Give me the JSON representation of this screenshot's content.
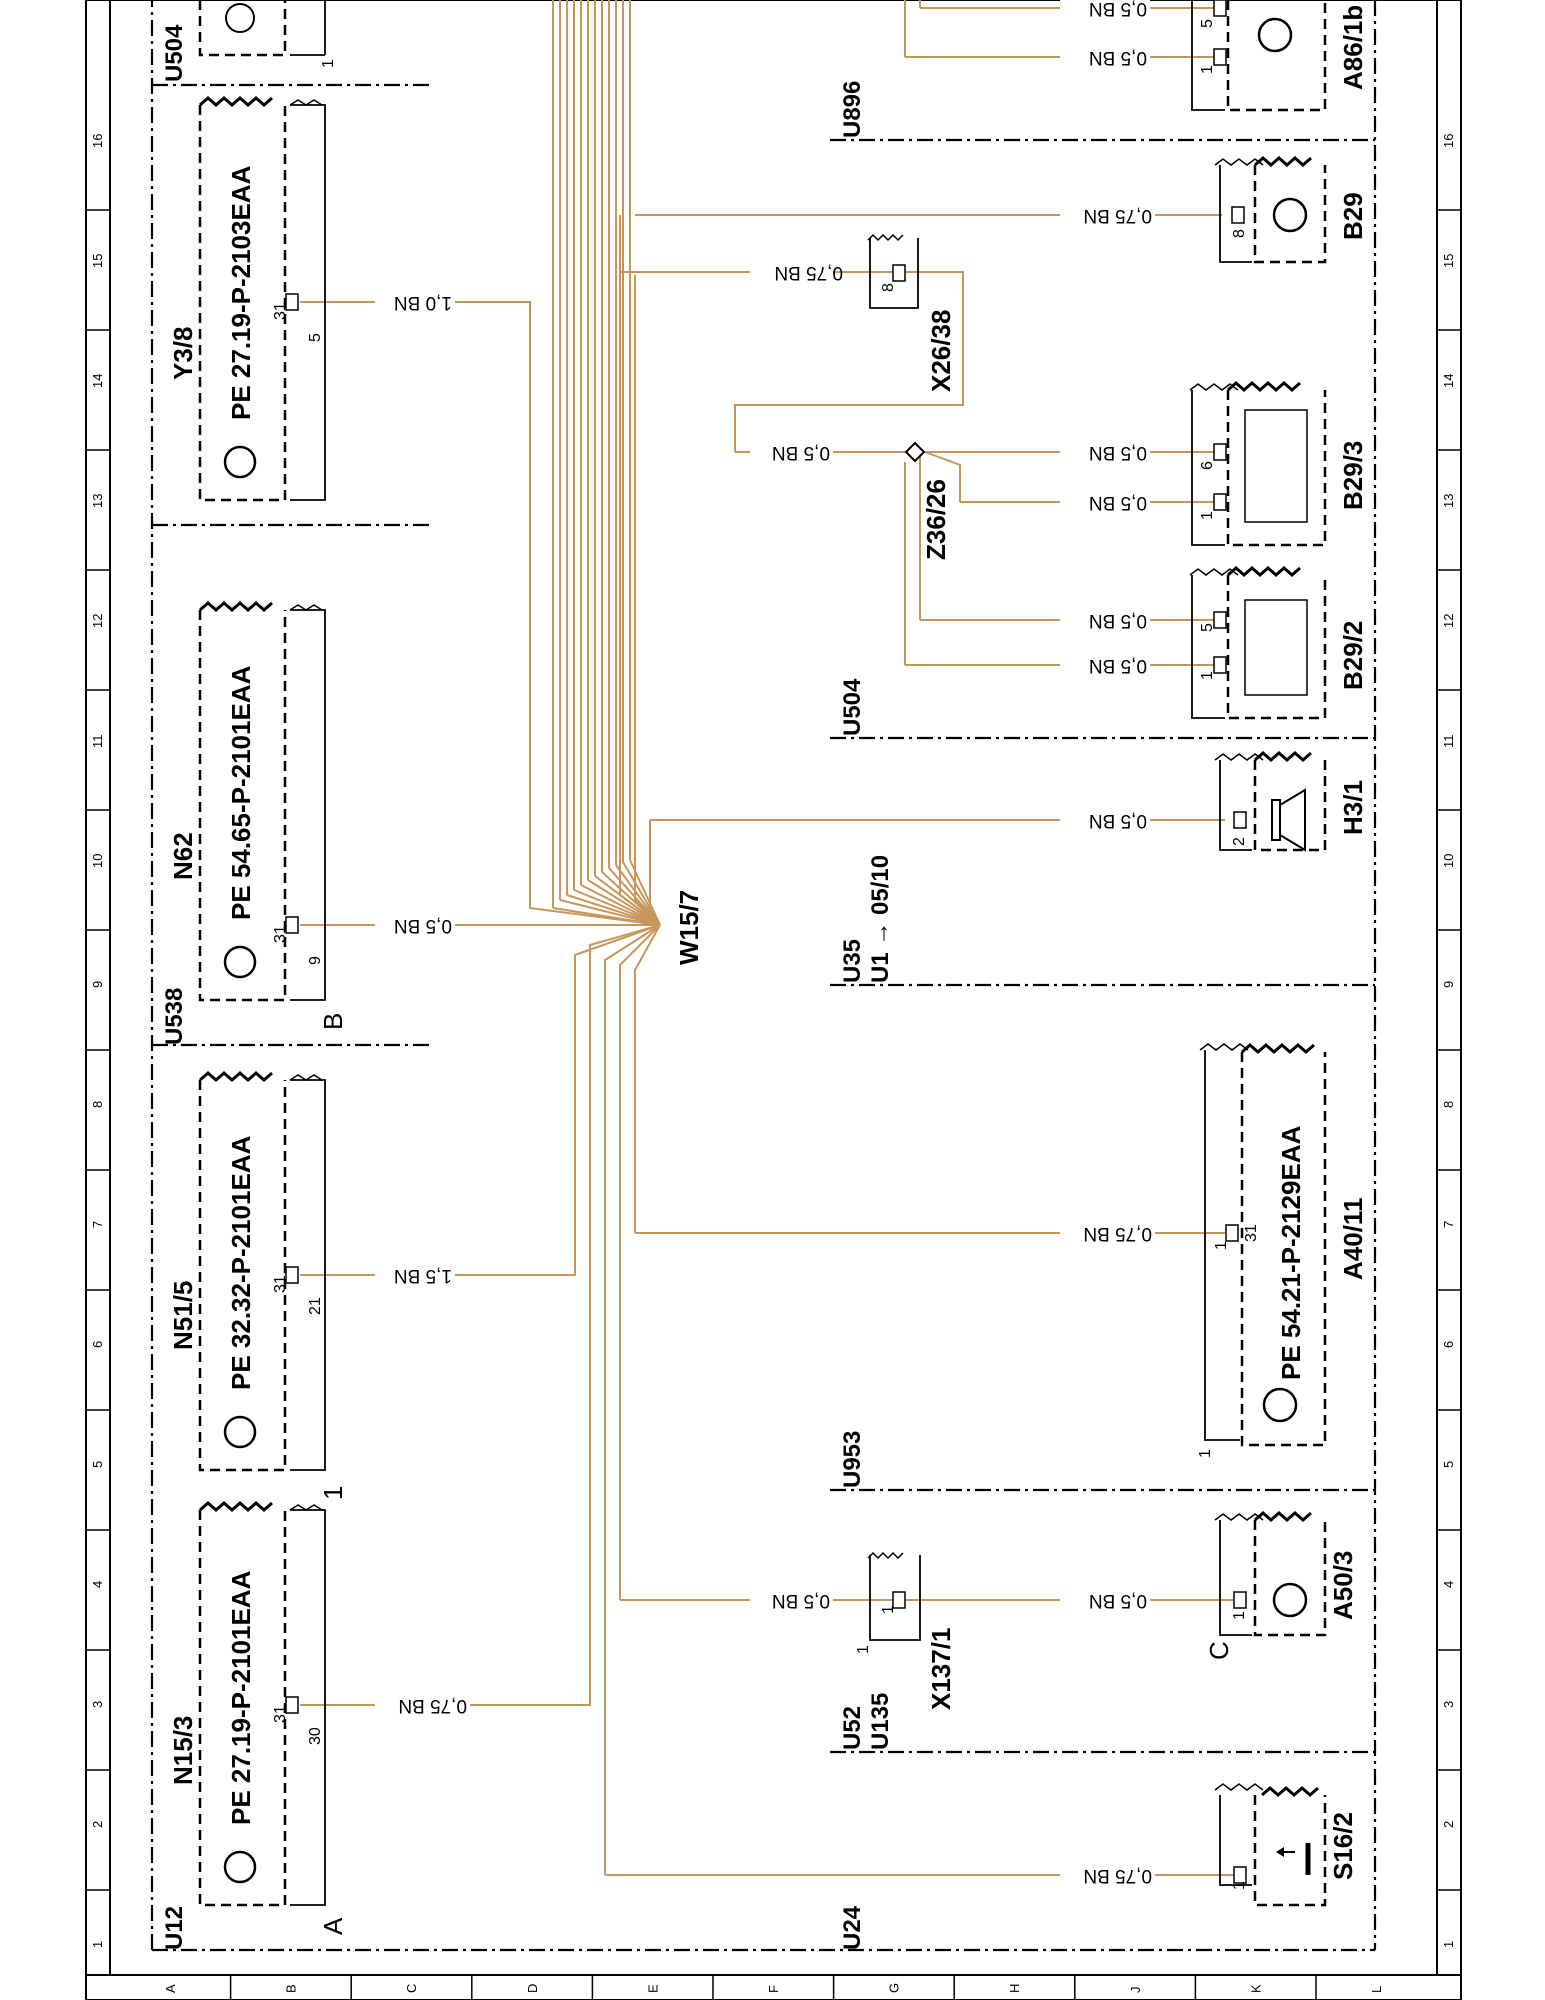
{
  "grid": {
    "columns": [
      "1",
      "2",
      "3",
      "4",
      "5",
      "6",
      "7",
      "8",
      "9",
      "10",
      "11",
      "12",
      "13",
      "14",
      "15",
      "16"
    ],
    "rows": [
      "A",
      "B",
      "C",
      "D",
      "E",
      "F",
      "G",
      "H",
      "J",
      "K",
      "L"
    ]
  },
  "zones": {
    "u12": "U12",
    "u538": "U538",
    "u504_top": "U504",
    "u24": "U24",
    "u52": "U52",
    "u135": "U135",
    "u953": "U953",
    "u35": "U35",
    "u1": "U1 → 05/10",
    "u504_mid": "U504",
    "u896": "U896"
  },
  "left_components": [
    {
      "id": "n15_3",
      "name": "N15/3",
      "ref": "PE  27.19-P-2101EAA",
      "pin_top": "31",
      "pin_side": "30",
      "wire": "0,75 BN",
      "corner": "A"
    },
    {
      "id": "n51_5",
      "name": "N51/5",
      "ref": "PE  32.32-P-2101EAA",
      "pin_top": "31",
      "pin_side": "21",
      "wire": "1,5 BN",
      "corner": "1"
    },
    {
      "id": "n62",
      "name": "N62",
      "ref": "PE  54.65-P-2101EAA",
      "pin_top": "31",
      "pin_side": "9",
      "wire": "0,5 BN",
      "corner": "B"
    },
    {
      "id": "y3_8",
      "name": "Y3/8",
      "ref": "PE  27.19-P-2103EAA",
      "pin_top": "31",
      "pin_side": "5",
      "wire": "1,0 BN",
      "corner": ""
    }
  ],
  "top_stub": {
    "corner": "1"
  },
  "center": {
    "splice": "W15/7"
  },
  "right_components": {
    "s16_2": {
      "name": "S16/2",
      "pin": "1",
      "wire": "0,75 BN"
    },
    "a50_3": {
      "name": "A50/3",
      "pin": "1",
      "corner": "C",
      "wire": "0,5 BN"
    },
    "x137_1": {
      "name": "X137/1",
      "pin": "1",
      "corner": "1",
      "wire": "0,5 BN"
    },
    "a40_11": {
      "name": "A40/11",
      "ref": "PE  54.21-P-2129EAA",
      "pin": "31",
      "pin_side": "1",
      "corner": "1",
      "wire": "0,75 BN"
    },
    "h3_1": {
      "name": "H3/1",
      "pin": "2",
      "wire": "0,5 BN"
    },
    "b29_2": {
      "name": "B29/2",
      "pin_a": "1",
      "pin_b": "5",
      "wire_a": "0,5 BN",
      "wire_b": "0,5 BN"
    },
    "b29_3": {
      "name": "B29/3",
      "pin_a": "1",
      "pin_b": "6",
      "wire_a": "0,5 BN",
      "wire_b": "0,5 BN"
    },
    "z36_26": {
      "name": "Z36/26",
      "wire": "0,5 BN"
    },
    "x26_38": {
      "name": "X26/38",
      "pin": "8",
      "wire": "0,75 BN"
    },
    "b29": {
      "name": "B29",
      "pin": "8",
      "wire": "0,75 BN"
    },
    "a86_1b": {
      "name": "A86/1b",
      "pin_a": "1",
      "pin_b": "5",
      "wire_a": "0,5 BN",
      "wire_b": "0,5 BN"
    }
  }
}
